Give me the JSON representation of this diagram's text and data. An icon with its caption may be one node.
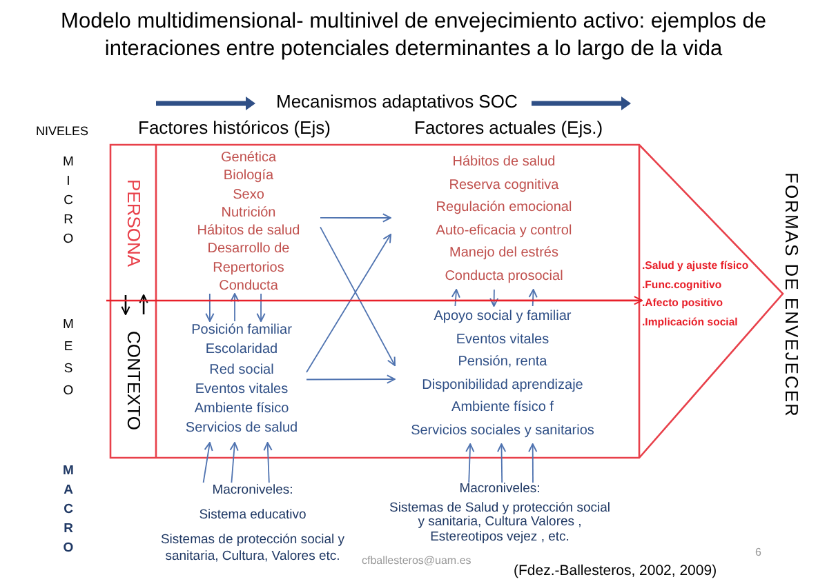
{
  "diagram": {
    "title": "Modelo multidimensional- multinivel de envejecimiento activo: ejemplos de interaciones entre potenciales determinantes a lo largo de la vida",
    "nodes": [
      {
        "text": [
          "PERSONA"
        ]
      },
      {
        "text": [
          "CONTEXTO"
        ]
      },
      {
        "text": [
          "Genética",
          "Biología",
          "Sexo",
          "Nutrición",
          "Hábitos de salud",
          "Desarrollo de Repertorios",
          "Conducta"
        ]
      },
      {
        "text": [
          "Posición familiar",
          "Escolaridad",
          "Red social",
          "Eventos vitales",
          "Ambiente físico",
          "Servicios de salud"
        ]
      },
      {
        "text": [
          "Hábitos de salud",
          "Reserva cognitiva",
          "Regulación emocional",
          "Auto-eficacia y control",
          "Manejo del estrés",
          "Conducta prosocial"
        ]
      },
      {
        "text": [
          "Apoyo social y familiar",
          "Eventos vitales",
          "Pensión, renta",
          "Disponibilidad aprendizaje",
          "Ambiente físico f",
          "Servicios sociales y sanitarios"
        ]
      },
      {
        "text": [
          "Macroniveles:",
          "Sistema educativo",
          "Sistemas de protección social y sanitaria, Cultura, Valores etc."
        ]
      },
      {
        "text": [
          "Macroniveles:",
          "Sistemas de Salud y protección social y sanitaria, Cultura Valores , Estereotipos vejez , etc."
        ]
      },
      {
        "text": [
          ".Salud y ajuste físico",
          ".Func.cognitivo",
          ".Afecto positivo",
          ".Implicación social"
        ]
      }
    ],
    "edges": [
      {
        "from": 0,
        "to": 1,
        "arrow": "to",
        "color": "#000000"
      },
      {
        "from": 1,
        "to": 0,
        "arrow": "to",
        "color": "#000000"
      },
      {
        "from": 2,
        "to": 3,
        "arrow": "to"
      },
      {
        "from": 3,
        "to": 2,
        "arrow": "to"
      },
      {
        "from": 2,
        "to": 3,
        "arrow": "to"
      },
      {
        "from": 2,
        "to": 4,
        "arrow": "to"
      },
      {
        "from": 2,
        "to": 5,
        "arrow": "to"
      },
      {
        "from": 3,
        "to": 4,
        "arrow": "to"
      },
      {
        "from": 3,
        "to": 5,
        "arrow": "to"
      },
      {
        "from": 5,
        "to": 4,
        "arrow": "to"
      },
      {
        "from": 4,
        "to": 5,
        "arrow": "to"
      },
      {
        "from": 5,
        "to": 4,
        "arrow": "to"
      },
      {
        "from": 6,
        "to": 3,
        "arrow": "to"
      },
      {
        "from": 6,
        "to": 3,
        "arrow": "to"
      },
      {
        "from": 6,
        "to": 3,
        "arrow": "to"
      },
      {
        "from": 7,
        "to": 5,
        "arrow": "to"
      },
      {
        "from": 7,
        "to": 5,
        "arrow": "to"
      },
      {
        "from": 7,
        "to": 5,
        "arrow": "to"
      },
      {
        "from": null,
        "to": 8,
        "arrow": "to",
        "color": "#e8202a"
      }
    ],
    "labels": [
      "Mecanismos adaptativos SOC",
      "NIVELES",
      "Factores históricos (Ejs)",
      "Factores actuales (Ejs.)",
      "MICRO",
      "MESO",
      "MACRO",
      "FORMAS DE ENVEJECER",
      "cfballesteros@uam.es",
      "6",
      "(Fdez.-Ballesteros, 2002, 2009)"
    ]
  }
}
